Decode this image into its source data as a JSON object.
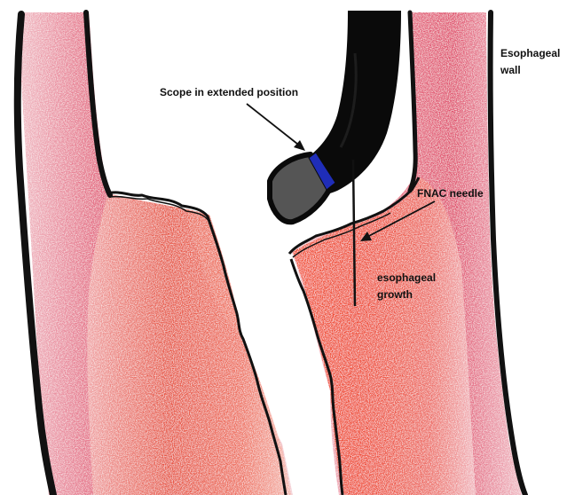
{
  "labels": {
    "esophageal_wall": [
      "Esophageal",
      "wall"
    ],
    "scope": "Scope in extended position",
    "fnac_needle": "FNAC needle",
    "esophageal_growth": [
      "esophageal",
      "growth"
    ]
  },
  "colors": {
    "wall_pink": "#e8607a",
    "wall_light": "#f4c4cc",
    "growth_red": "#f2442a",
    "outline": "#111111",
    "scope_body": "#0a0a0a",
    "scope_tip": "#555555",
    "scope_band": "#1f2db8",
    "background": "#ffffff"
  }
}
